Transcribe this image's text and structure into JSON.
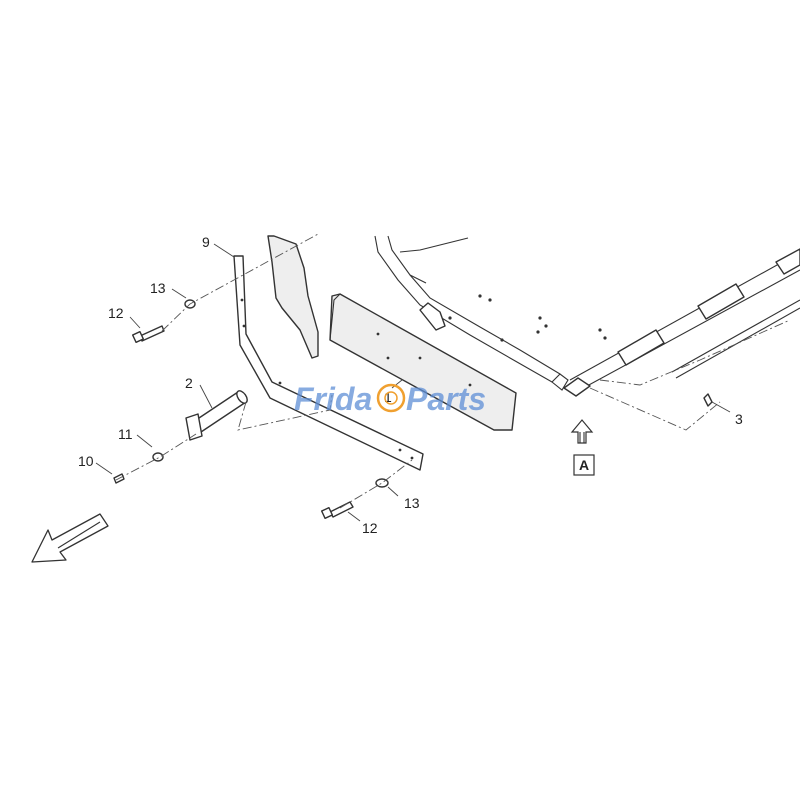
{
  "diagram": {
    "callouts": {
      "c1": "1",
      "c2": "2",
      "c3": "3",
      "c9": "9",
      "c10": "10",
      "c11": "11",
      "c12a": "12",
      "c12b": "12",
      "c13a": "13",
      "c13b": "13"
    },
    "view_marker": "A"
  },
  "watermark": {
    "part1": "Frida",
    "part2": "Parts",
    "color": "#5f8fd6",
    "accent_color": "#f0a030"
  }
}
